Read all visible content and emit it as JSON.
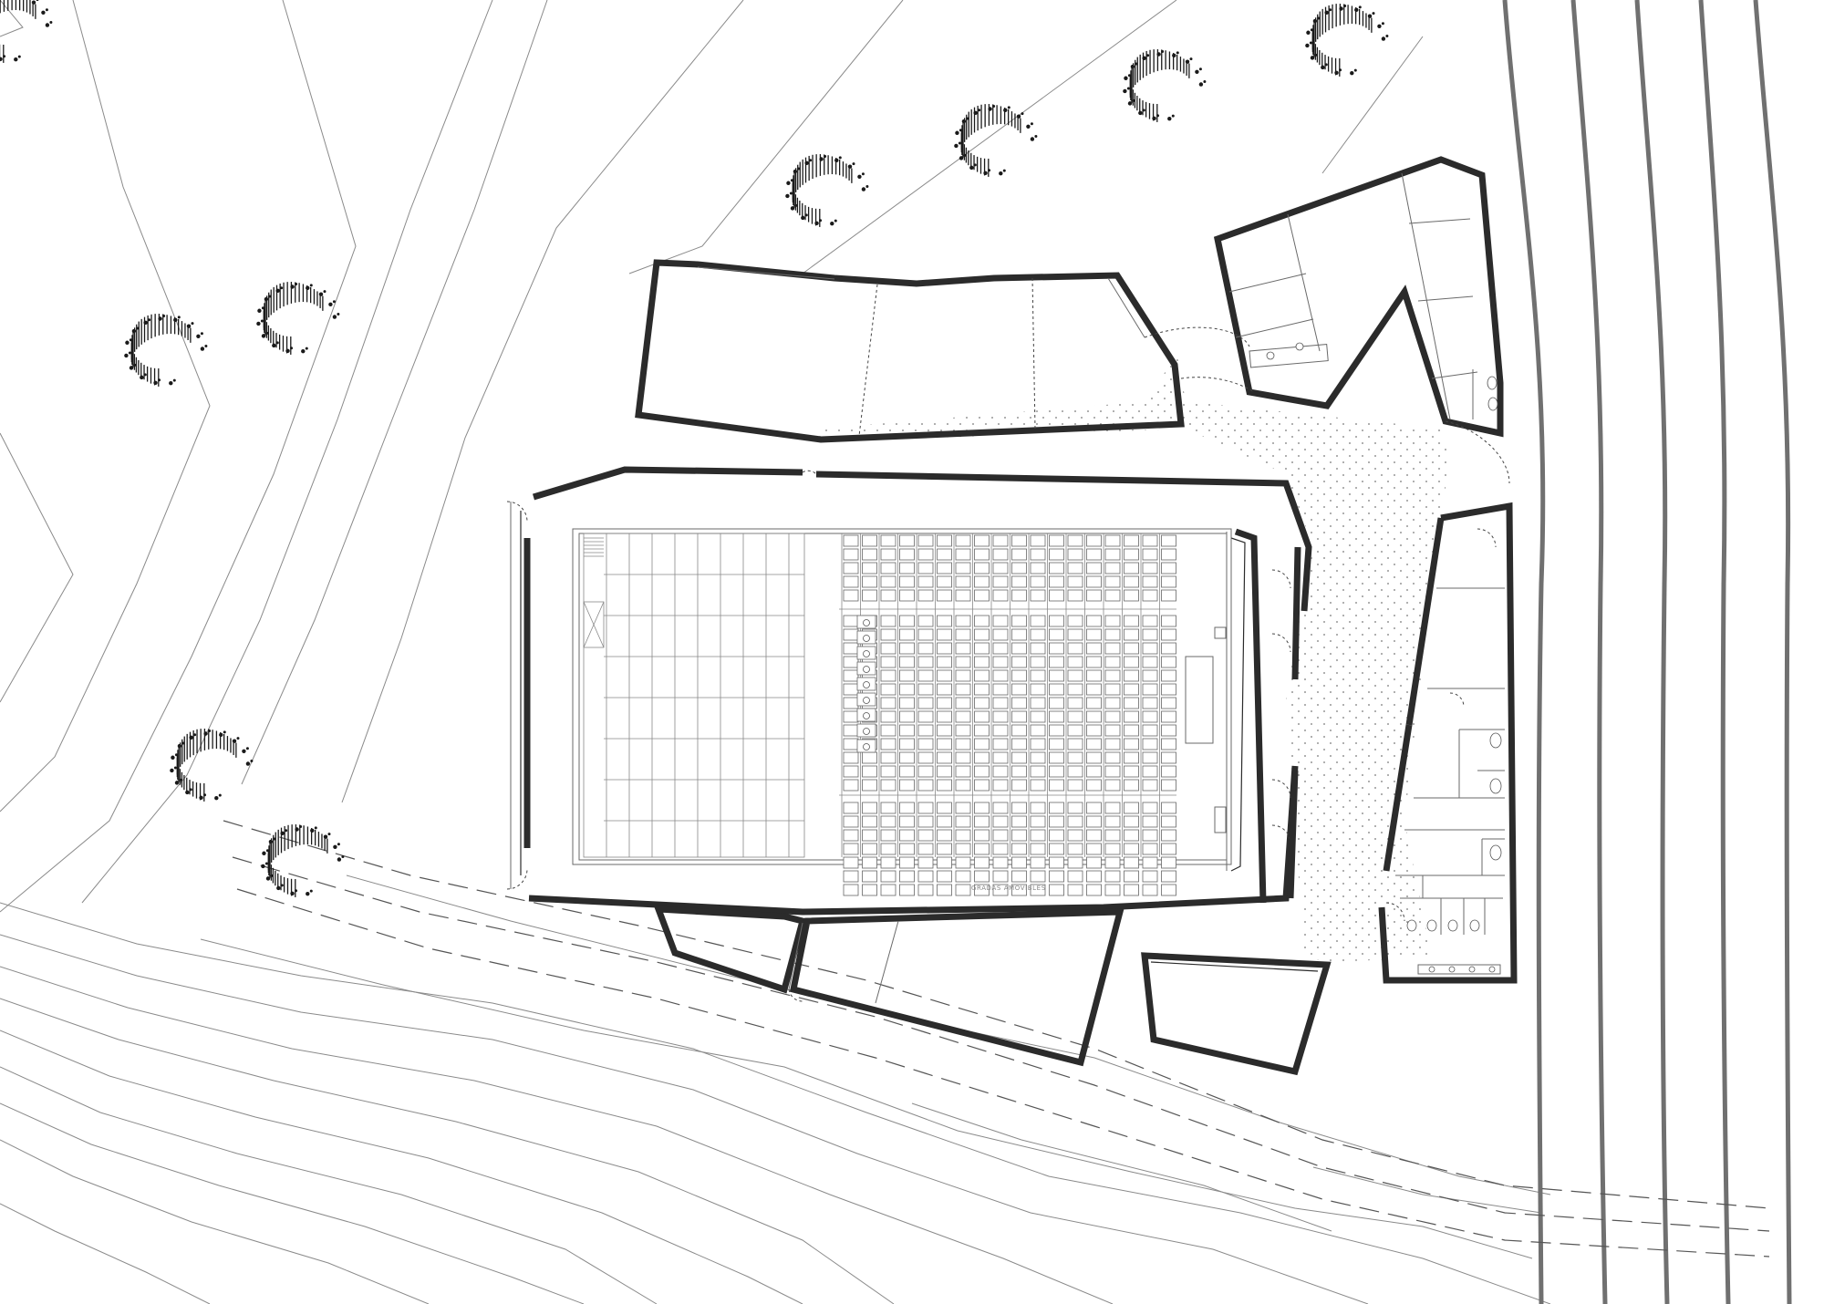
{
  "drawing": {
    "type": "architectural site floor plan",
    "stage_label": "GRADAS AMOVIBLES"
  },
  "elements": {
    "trees": 9,
    "seat_columns": 18,
    "wheelchair_spaces": 9
  },
  "colors": {
    "wall": "#2b2b2b",
    "line": "#6a6a6a",
    "contour": "#8a8a8a",
    "background": "#ffffff"
  }
}
